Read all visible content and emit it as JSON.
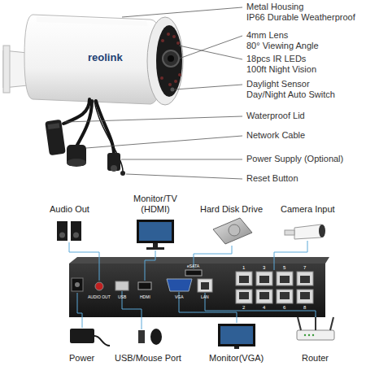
{
  "diagram": {
    "labels": [
      "Metal Housing",
      "IP66 Durable Weatherproof",
      "4mm Lens",
      "80° Viewing Angle",
      "18pcs IR LEDs",
      "100ft Night Vision",
      "Daylight Sensor",
      "Day/Night Auto Switch",
      "Waterproof Lid",
      "Network Cable",
      "Power Supply (Optional)",
      "Reset Button",
      "reolink",
      "Audio Out",
      "Monitor/TV (HDMI)",
      "Hard Disk Drive",
      "Camera Input",
      "Power",
      "USB/Mouse Port",
      "Monitor(VGA)",
      "Router",
      "AUDIO OUT",
      "USB",
      "HDMI",
      "VGA",
      "LAN",
      "eSATA",
      "1",
      "3",
      "5",
      "7",
      "2",
      "4",
      "6",
      "8"
    ]
  }
}
